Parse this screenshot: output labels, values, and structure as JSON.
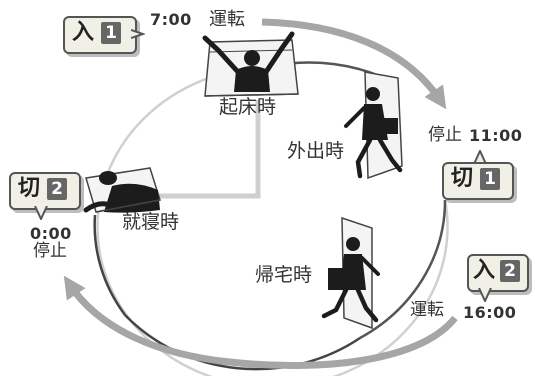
{
  "cycle": {
    "events": [
      {
        "id": "on1",
        "time": "7:00",
        "action": "運転",
        "badge": {
          "label": "入",
          "num": "1"
        }
      },
      {
        "id": "off1",
        "time": "11:00",
        "action": "停止",
        "badge": {
          "label": "切",
          "num": "1"
        }
      },
      {
        "id": "on2",
        "time": "16:00",
        "action": "運転",
        "badge": {
          "label": "入",
          "num": "2"
        }
      },
      {
        "id": "off2",
        "time": "0:00",
        "action": "停止",
        "badge": {
          "label": "切",
          "num": "2"
        }
      }
    ],
    "scenes": {
      "wake": "起床時",
      "out": "外出時",
      "return": "帰宅時",
      "sleep": "就寝時"
    }
  },
  "colors": {
    "arrow": "#a6a6a6",
    "ring": "#cfcfcf",
    "ring_active": "#555555",
    "badge_bg": "#f0f0e6",
    "badge_num_bg": "#666666",
    "figure": "#1c1c1c"
  }
}
